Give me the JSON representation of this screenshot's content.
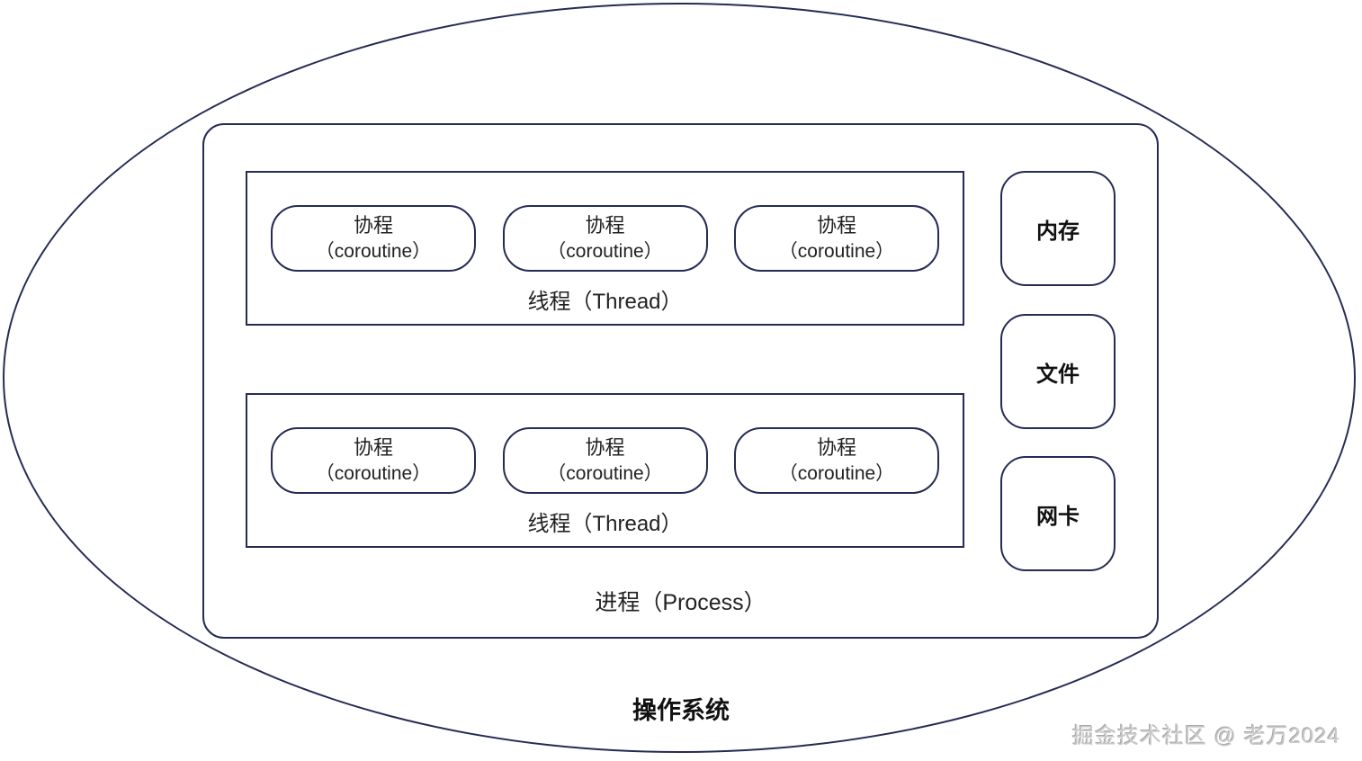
{
  "colors": {
    "border": "#252b54",
    "text": "#222222",
    "bold_text": "#111111",
    "watermark": "#c9c9c9",
    "background": "#ffffff"
  },
  "os": {
    "label": "操作系统"
  },
  "process": {
    "label": "进程（Process）",
    "threads": [
      {
        "label": "线程（Thread）",
        "coroutines": [
          {
            "line1": "协程",
            "line2": "（coroutine）"
          },
          {
            "line1": "协程",
            "line2": "（coroutine）"
          },
          {
            "line1": "协程",
            "line2": "（coroutine）"
          }
        ]
      },
      {
        "label": "线程（Thread）",
        "coroutines": [
          {
            "line1": "协程",
            "line2": "（coroutine）"
          },
          {
            "line1": "协程",
            "line2": "（coroutine）"
          },
          {
            "line1": "协程",
            "line2": "（coroutine）"
          }
        ]
      }
    ]
  },
  "resources": [
    {
      "label": "内存"
    },
    {
      "label": "文件"
    },
    {
      "label": "网卡"
    }
  ],
  "watermark": "掘金技术社区 @ 老万2024"
}
